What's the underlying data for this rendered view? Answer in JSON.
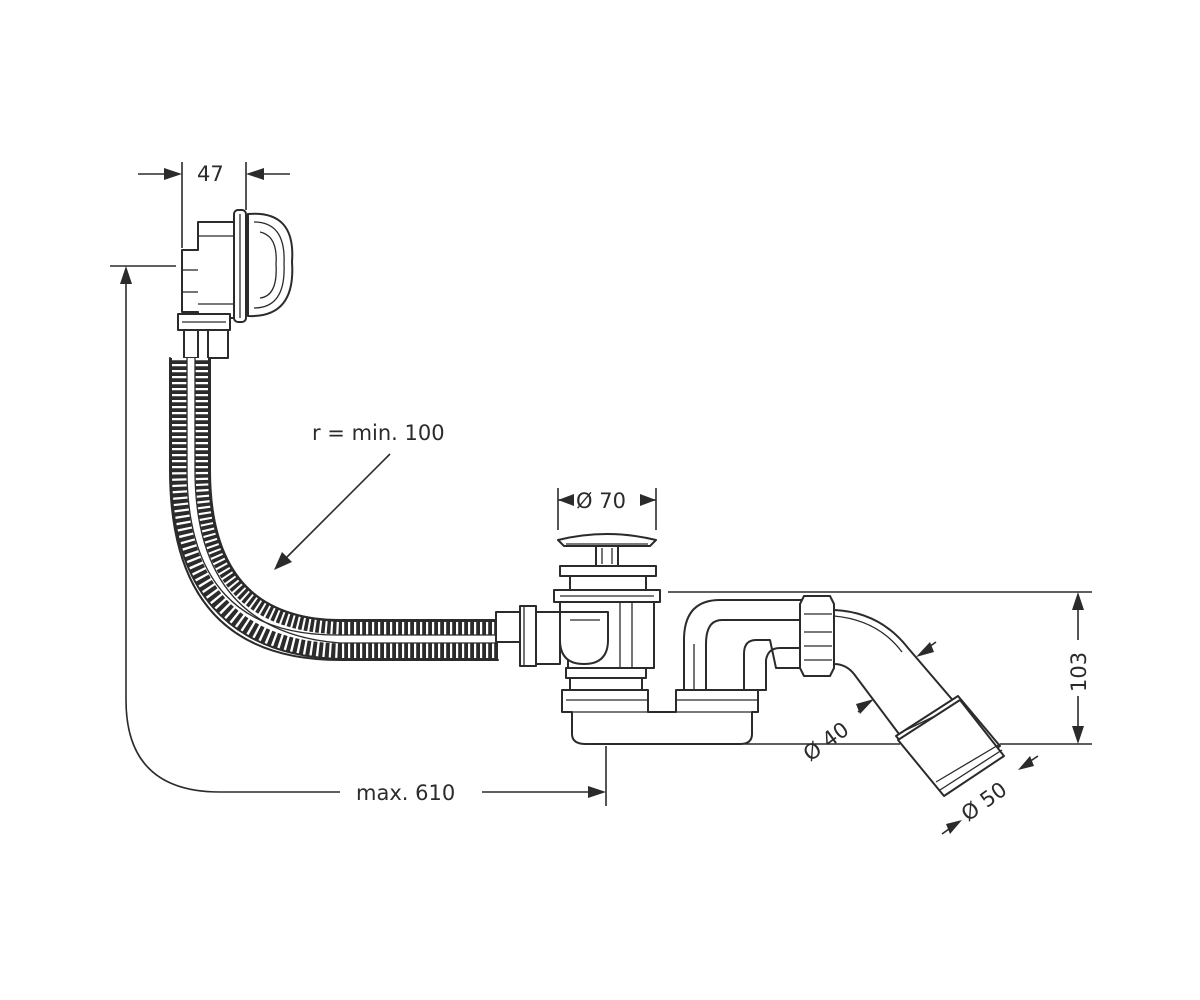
{
  "dimensions": {
    "overflow_width": "47",
    "bend_radius": "r = min. 100",
    "plug_diameter": "Ø 70",
    "height": "103",
    "outlet_inner_diameter": "Ø 40",
    "outlet_outer_diameter": "Ø 50",
    "max_length": "max. 610"
  },
  "colors": {
    "line": "#2b2b2b",
    "background": "#ffffff"
  }
}
